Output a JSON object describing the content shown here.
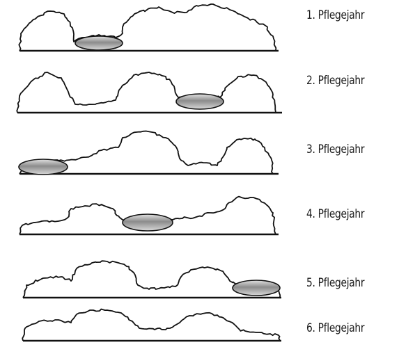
{
  "figure": {
    "rows": [
      {
        "label": "1. Pflegejahr"
      },
      {
        "label": "2. Pflegejahr"
      },
      {
        "label": "3. Pflegejahr"
      },
      {
        "label": "4. Pflegejahr"
      },
      {
        "label": "5. Pflegejahr"
      },
      {
        "label": "6. Pflegejahr"
      }
    ]
  }
}
